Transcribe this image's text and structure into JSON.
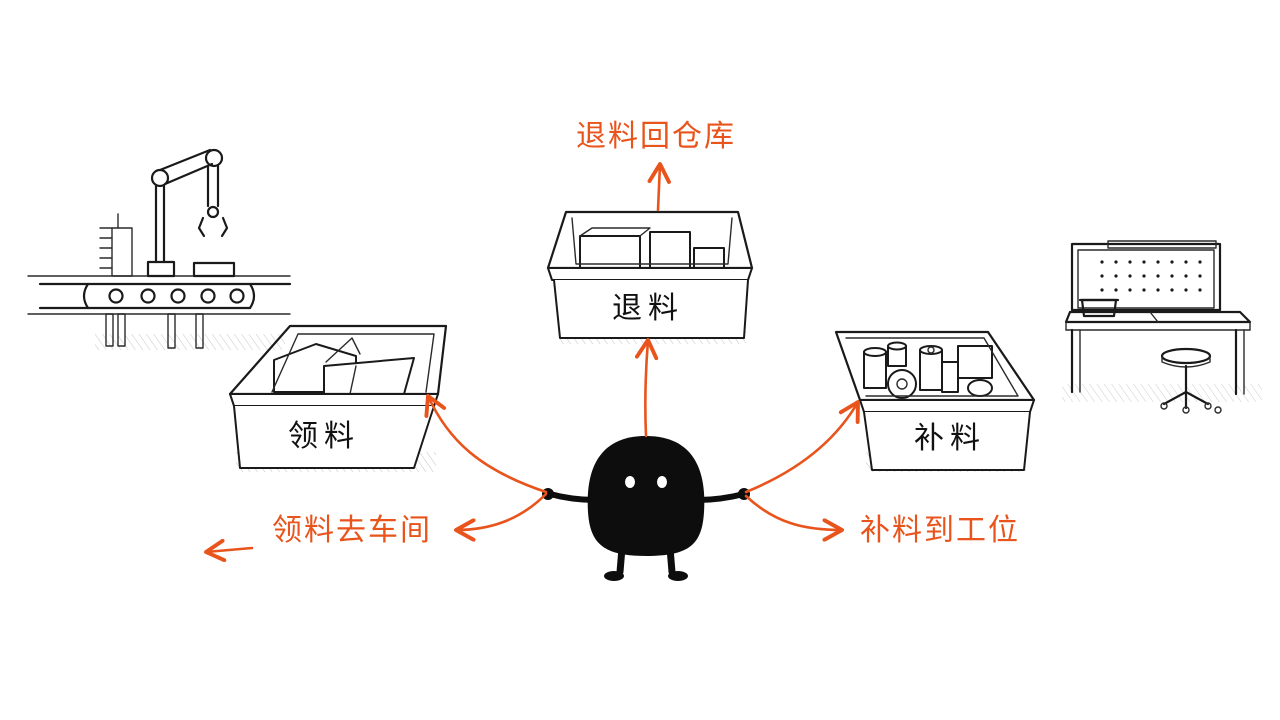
{
  "colors": {
    "accent": "#e8541c",
    "ink": "#1a1a1a",
    "character": "#0d0d0d"
  },
  "bins": {
    "center": {
      "label": "退料"
    },
    "left": {
      "label": "领料"
    },
    "right": {
      "label": "补料"
    }
  },
  "flows": {
    "return_to_warehouse": "退料回仓库",
    "issue_to_workshop": "领料去车间",
    "replenish_to_station": "补料到工位"
  },
  "icons": {
    "left_scene": "factory-conveyor-robot-arm-icon",
    "right_scene": "workbench-pegboard-stool-icon",
    "character": "black-blob-character-icon"
  }
}
